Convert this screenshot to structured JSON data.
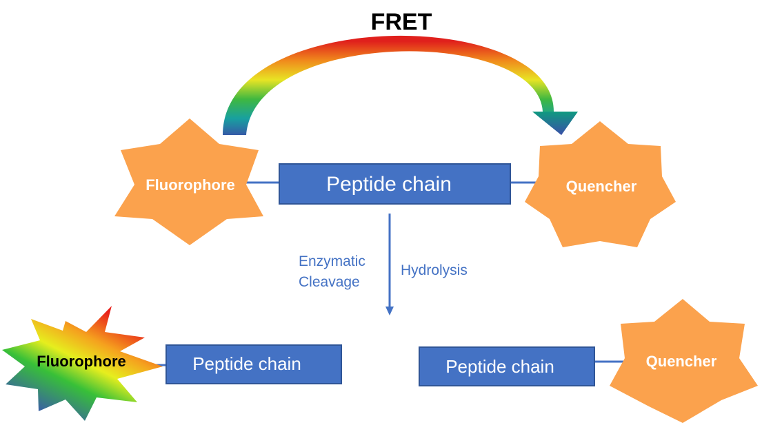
{
  "title": "FRET",
  "top": {
    "fluorophore": "Fluorophore",
    "peptide": "Peptide chain",
    "quencher": "Quencher"
  },
  "step": {
    "left_line1": "Enzymatic",
    "left_line2": "Cleavage",
    "right": "Hydrolysis"
  },
  "bottom": {
    "fluorophore": "Fluorophore",
    "peptide_left": "Peptide chain",
    "peptide_right": "Peptide chain",
    "quencher": "Quencher"
  },
  "colors": {
    "star": "#fba24d",
    "box": "#4472c4",
    "box_border": "#2f5597",
    "connector": "#4472c4",
    "arrow": "#4472c4"
  }
}
